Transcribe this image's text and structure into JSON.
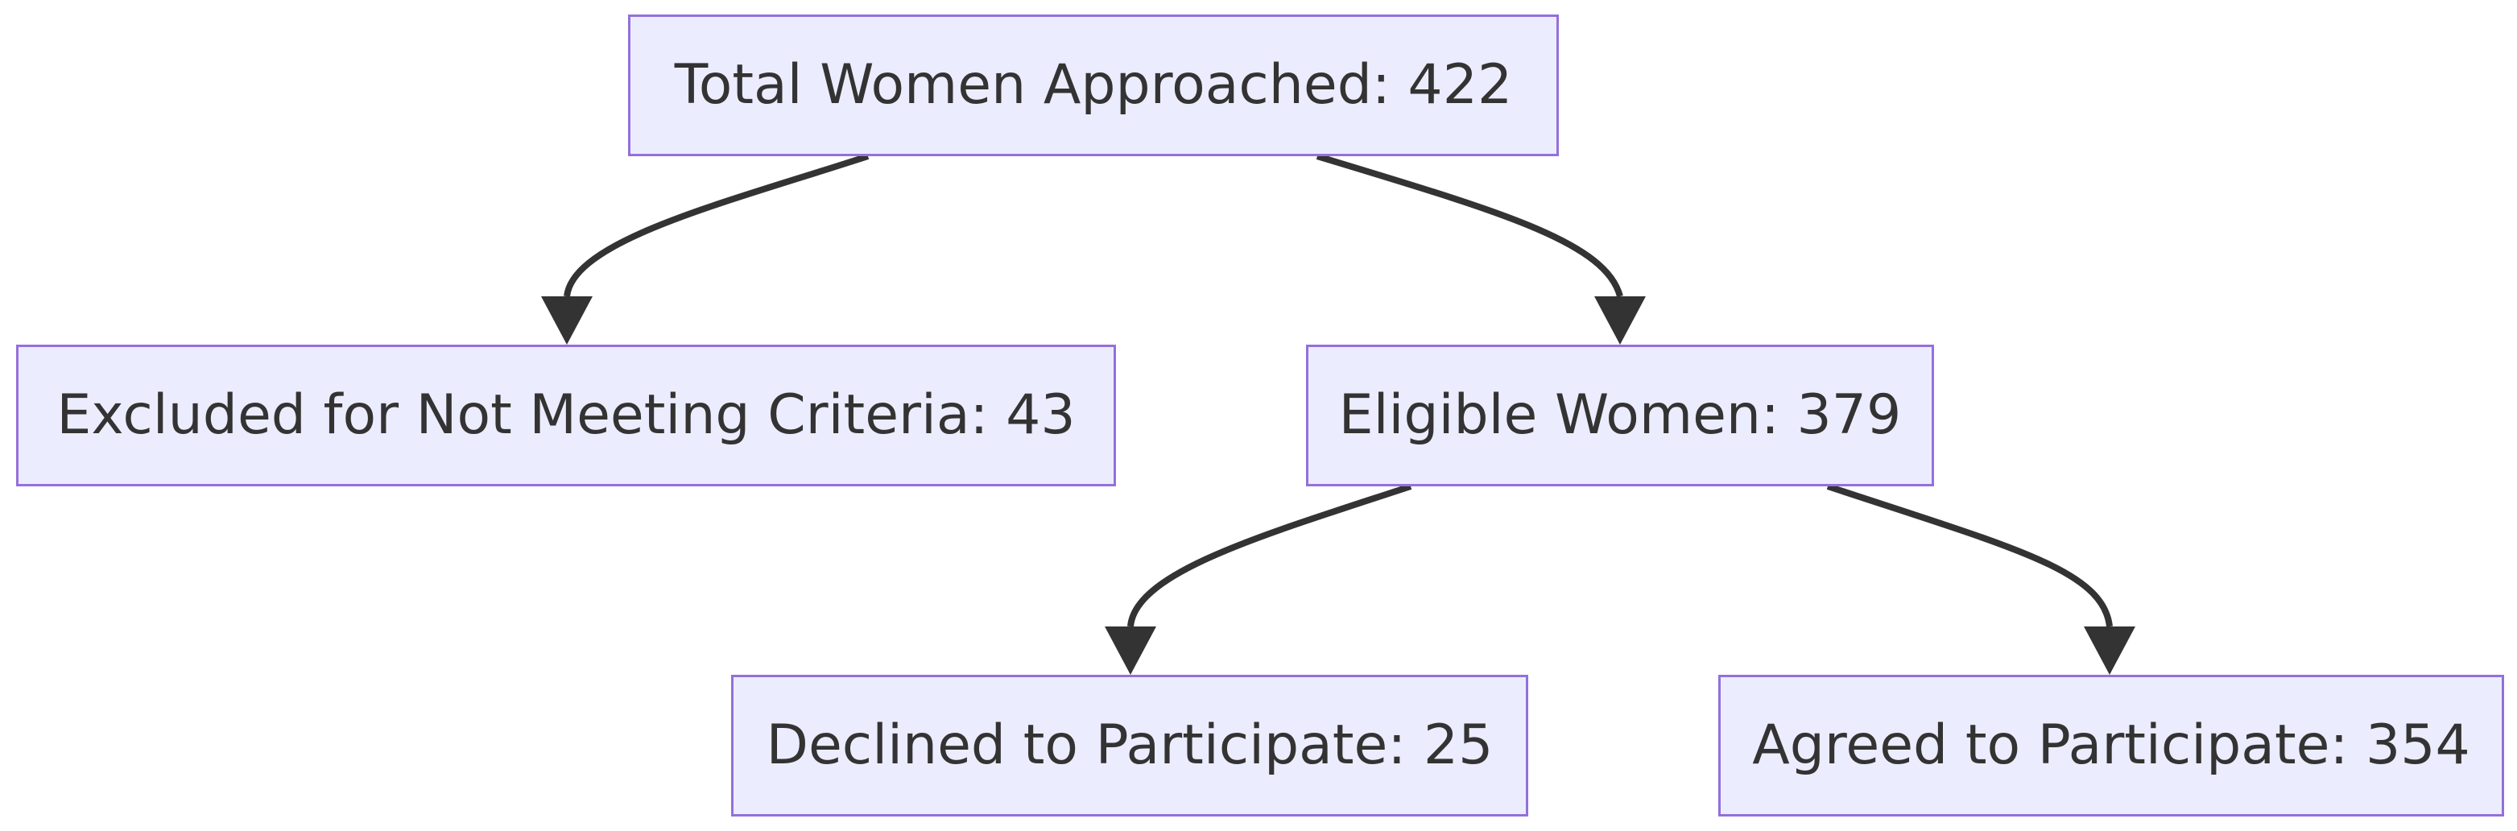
{
  "nodes": {
    "total": "Total Women Approached: 422",
    "excluded": "Excluded for Not Meeting Criteria: 43",
    "eligible": "Eligible Women: 379",
    "declined": "Declined to Participate: 25",
    "agreed": "Agreed to Participate: 354"
  },
  "edges": [
    {
      "from": "total",
      "to": "excluded"
    },
    {
      "from": "total",
      "to": "eligible"
    },
    {
      "from": "eligible",
      "to": "declined"
    },
    {
      "from": "eligible",
      "to": "agreed"
    }
  ],
  "colors": {
    "node_fill": "#ececff",
    "node_border": "#9370db",
    "text": "#333333",
    "edge": "#333333"
  }
}
